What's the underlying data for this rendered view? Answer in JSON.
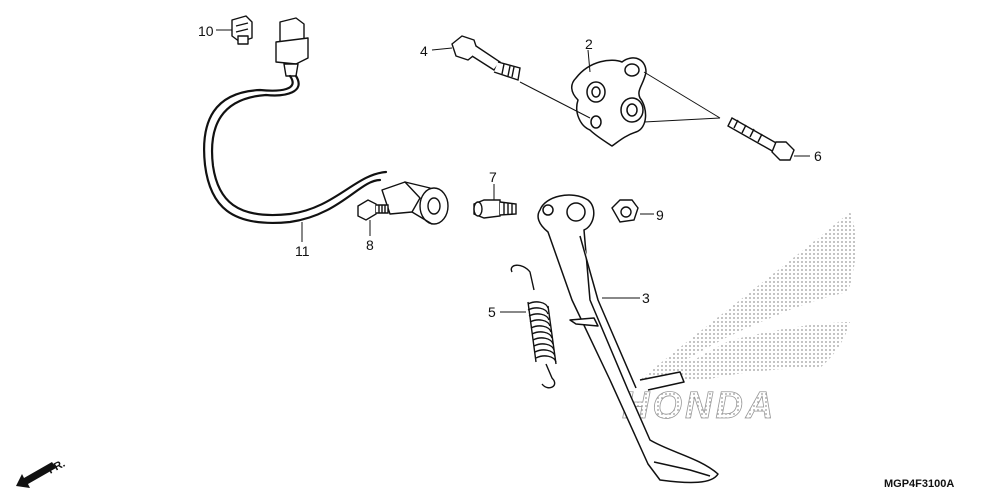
{
  "diagram": {
    "drawing_code": "MGP4F3100A",
    "direction_label": "FR.",
    "brand_watermark": "HONDA",
    "line_color": "#111111",
    "watermark_color": "#9a9a9a",
    "callouts": [
      {
        "id": "1",
        "label": "10",
        "part": "connector-cap"
      },
      {
        "id": "2",
        "label": "2",
        "part": "sidestand-bracket"
      },
      {
        "id": "3",
        "label": "3",
        "part": "sidestand"
      },
      {
        "id": "4",
        "label": "4",
        "part": "pivot-bolt"
      },
      {
        "id": "5",
        "label": "5",
        "part": "return-spring"
      },
      {
        "id": "6",
        "label": "6",
        "part": "flange-bolt"
      },
      {
        "id": "7",
        "label": "7",
        "part": "spring-hook-pin"
      },
      {
        "id": "8",
        "label": "8",
        "part": "switch-bolt"
      },
      {
        "id": "9",
        "label": "9",
        "part": "lock-nut"
      },
      {
        "id": "10",
        "label": "11",
        "part": "sidestand-switch"
      }
    ]
  }
}
